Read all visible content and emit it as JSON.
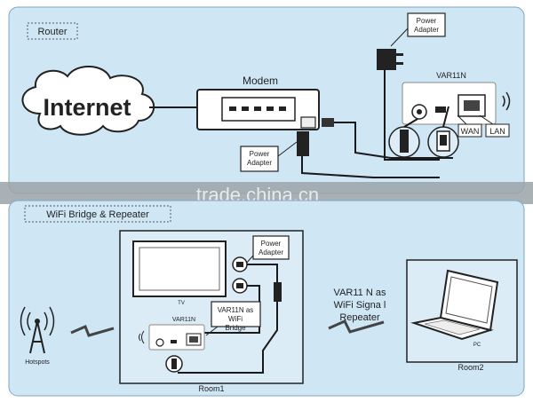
{
  "router_panel": {
    "section_label": "Router",
    "cloud_label": "Internet",
    "modem_label": "Modem",
    "power_adapter_label_1": "Power Adapter",
    "power_adapter_label_2": "Power Adapter",
    "device_label": "VAR11N",
    "wan_label": "WAN",
    "lan_label": "LAN"
  },
  "watermark": "trade.china.cn",
  "bridge_panel": {
    "section_label": "WiFi Bridge & Repeater",
    "tv_label": "TV",
    "device_label": "VAR11N",
    "bridge_callout": "VAR11N as WiFi Bridge",
    "power_adapter_label": "Power Adapter",
    "room1_label": "Room1",
    "hotspots_label": "Hotspots",
    "repeater_label": "VAR11 N as WiFi Signa l Repeater",
    "pc_label": "PC",
    "room2_label": "Room2"
  },
  "colors": {
    "panel_bg": "#cfe6f5",
    "page_bg": "#ffffff",
    "line": "#1a1a1a",
    "watermark_band": "#9aa3a8"
  }
}
